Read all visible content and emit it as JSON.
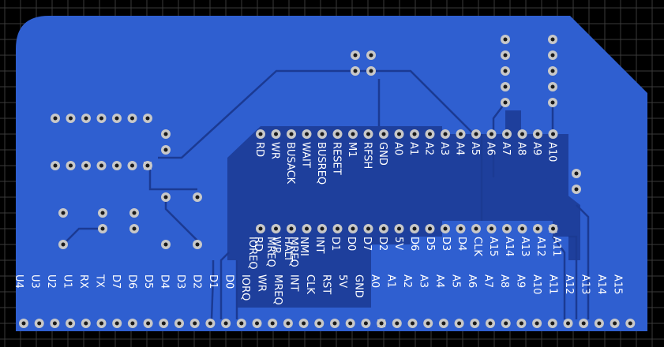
{
  "colors": {
    "background": "#000000",
    "grid": "#3a3a3a",
    "board": "#2f5fd0",
    "copper_zone": "#1e3f9c",
    "trace": "#1b3a93",
    "pad": "#c8c8c8",
    "label": "#ffffff"
  },
  "top_connector_labels": [
    "RD",
    "WR",
    "BUSACK",
    "WAIT",
    "BUSREQ",
    "RESET",
    "M1",
    "RFSH",
    "GND",
    "A0",
    "A1",
    "A2",
    "A3",
    "A4",
    "A5",
    "A6",
    "A7",
    "A8",
    "A9",
    "A10"
  ],
  "middle_connector_labels": [
    "IOREQ",
    "RD",
    "MREQ",
    "WR",
    "HALT",
    "MREQ",
    "NMI",
    "INT",
    "D1",
    "D0",
    "D7",
    "D2",
    "5V",
    "D6",
    "D5",
    "D3",
    "D4",
    "CLK",
    "A15",
    "A14",
    "A13",
    "A12",
    "A11"
  ],
  "bottom_edge_labels": [
    "U4",
    "U3",
    "U2",
    "U1",
    "RX",
    "TX",
    "D7",
    "D6",
    "D5",
    "D4",
    "D3",
    "D2",
    "D1",
    "D0",
    "IORQ",
    "WR",
    "MREQ",
    "INT",
    "CLK",
    "RST",
    "5V",
    "GND",
    "A0",
    "A1",
    "A2",
    "A3",
    "A4",
    "A5",
    "A6",
    "A7",
    "A8",
    "A9",
    "A10",
    "A11",
    "A12",
    "A13",
    "A14",
    "A15"
  ]
}
